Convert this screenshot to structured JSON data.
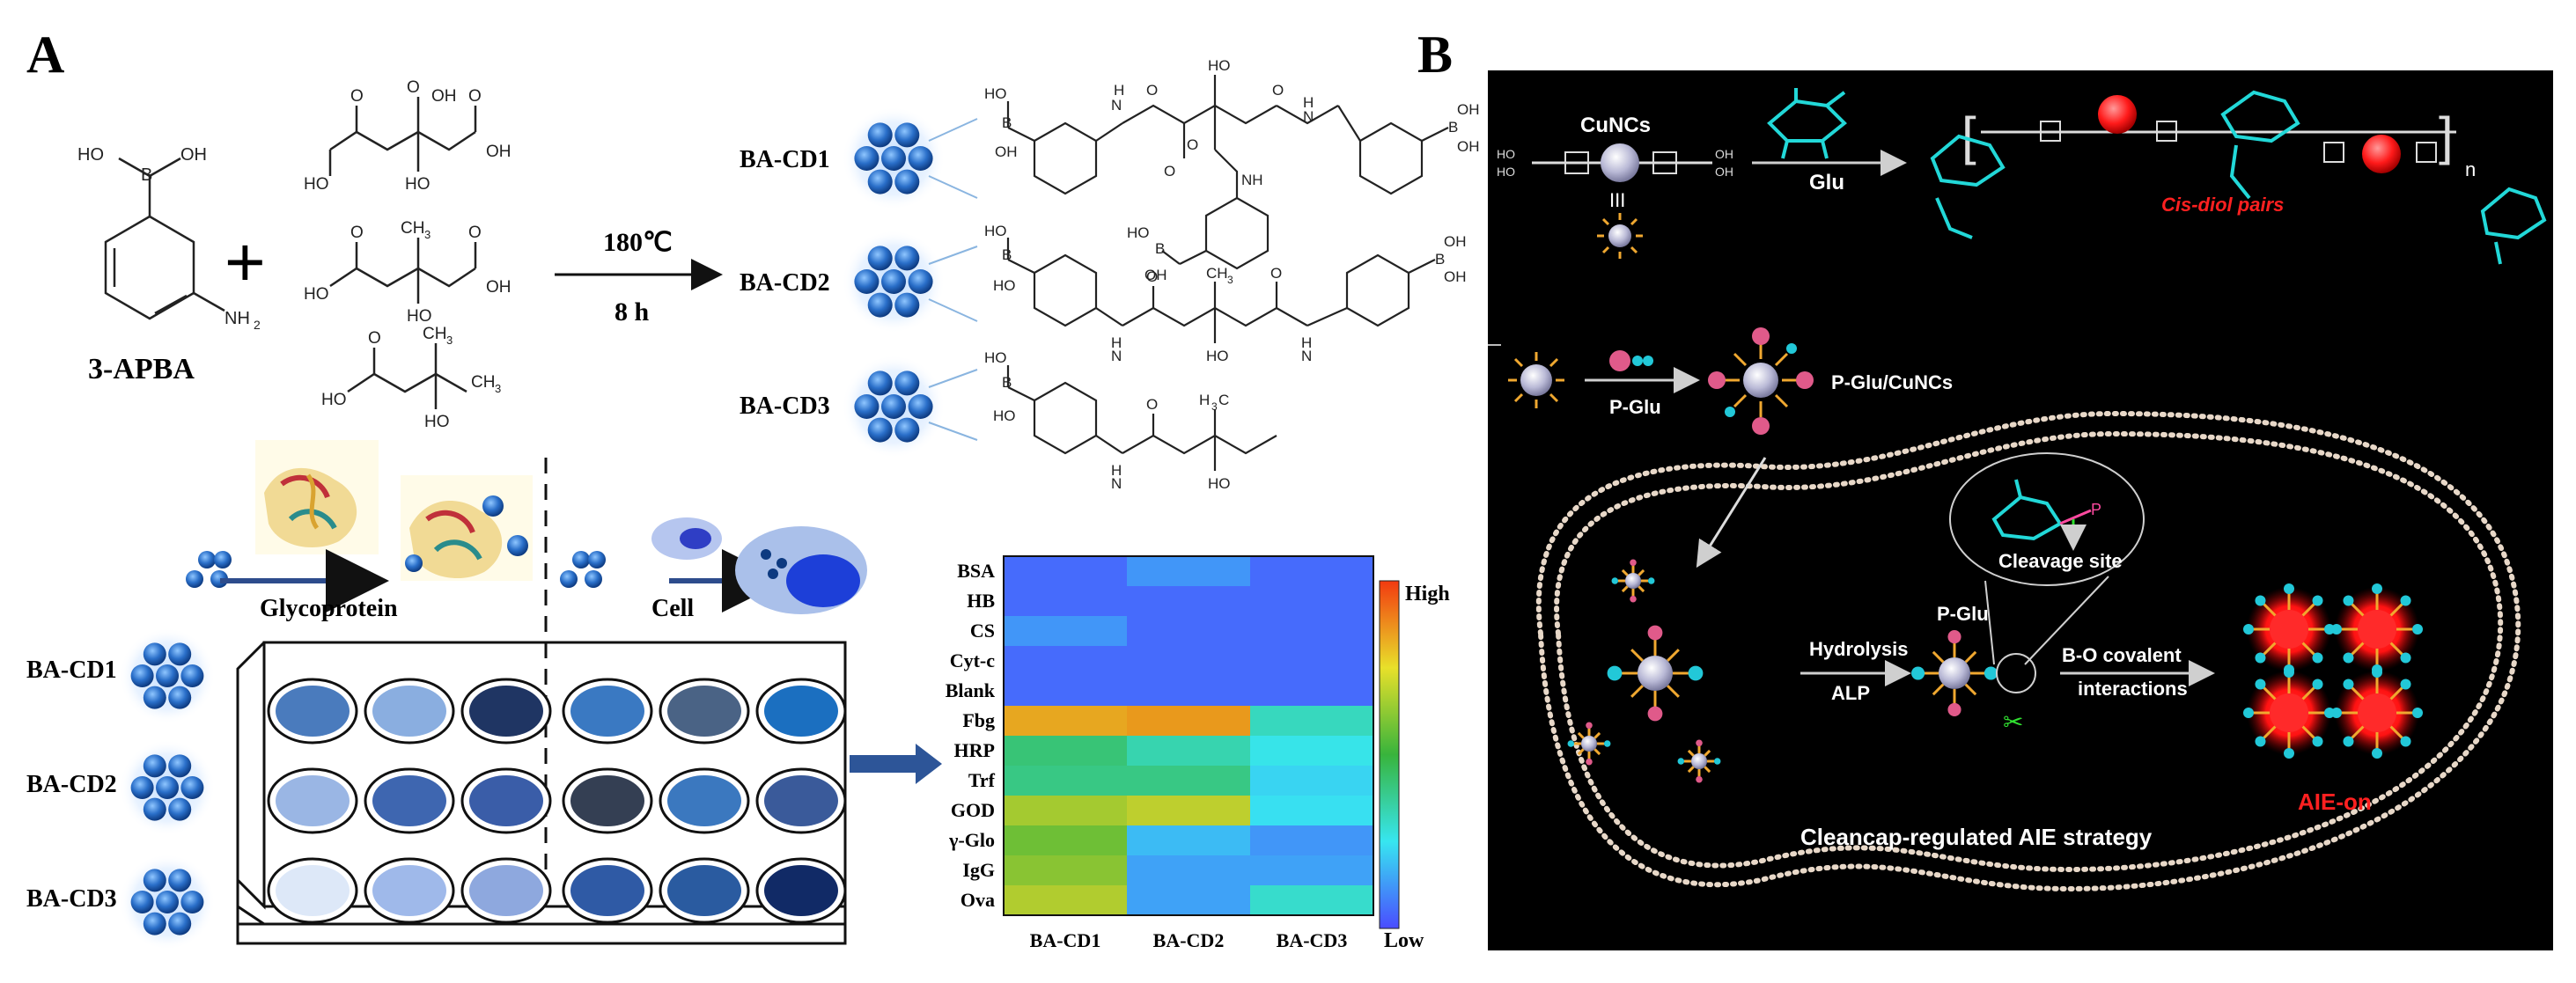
{
  "panel_a": {
    "letter": "A",
    "reagent": "3-APBA",
    "plus": "+",
    "condition_temp": "180℃",
    "condition_time": "8 h",
    "products": [
      "BA-CD1",
      "BA-CD2",
      "BA-CD3"
    ],
    "glycoprotein_label": "Glycoprotein",
    "cell_label": "Cell",
    "plate_rows": [
      "BA-CD1",
      "BA-CD2",
      "BA-CD3"
    ],
    "well_colors": [
      [
        "#4a7bbd",
        "#8aaee0",
        "#1f3563",
        "#3a79c2",
        "#4a6385",
        "#1b6fc0"
      ],
      [
        "#9ab6e4",
        "#3e66b0",
        "#3a5da8",
        "#343f53",
        "#3b78bf",
        "#3a5a9a"
      ],
      [
        "#dde8f8",
        "#9fb9ea",
        "#8ea8de",
        "#2f5aa5",
        "#2a5ba0",
        "#112a66"
      ]
    ]
  },
  "chart_data": {
    "type": "heatmap",
    "rows": [
      "BSA",
      "HB",
      "CS",
      "Cyt-c",
      "Blank",
      "Fbg",
      "HRP",
      "Trf",
      "GOD",
      "γ-Glo",
      "IgG",
      "Ova"
    ],
    "columns": [
      "BA-CD1",
      "BA-CD2",
      "BA-CD3"
    ],
    "colorbar_high": "High",
    "colorbar_low": "Low",
    "values": [
      [
        0.05,
        0.12,
        0.05
      ],
      [
        0.05,
        0.05,
        0.05
      ],
      [
        0.12,
        0.05,
        0.05
      ],
      [
        0.05,
        0.05,
        0.05
      ],
      [
        0.05,
        0.05,
        0.05
      ],
      [
        0.85,
        0.88,
        0.32
      ],
      [
        0.42,
        0.34,
        0.26
      ],
      [
        0.4,
        0.4,
        0.22
      ],
      [
        0.66,
        0.7,
        0.24
      ],
      [
        0.58,
        0.18,
        0.12
      ],
      [
        0.62,
        0.14,
        0.14
      ],
      [
        0.68,
        0.14,
        0.3
      ]
    ]
  },
  "panel_b": {
    "letter": "B",
    "cunc_label": "CuNCs",
    "glu_label": "Glu",
    "cis_label": "Cis-diol pairs",
    "pglu_label": "P-Glu",
    "pglu_cuncs_label": "P-Glu/CuNCs",
    "cleavage_label": "Cleavage site",
    "pglu_label2": "P-Glu",
    "hydrolysis_label": "Hydrolysis",
    "alp_label": "ALP",
    "bo_label1": "B-O covalent",
    "bo_label2": "interactions",
    "strategy_label": "Cleancap-regulated AIE strategy",
    "aie_label": "AIE-on"
  }
}
